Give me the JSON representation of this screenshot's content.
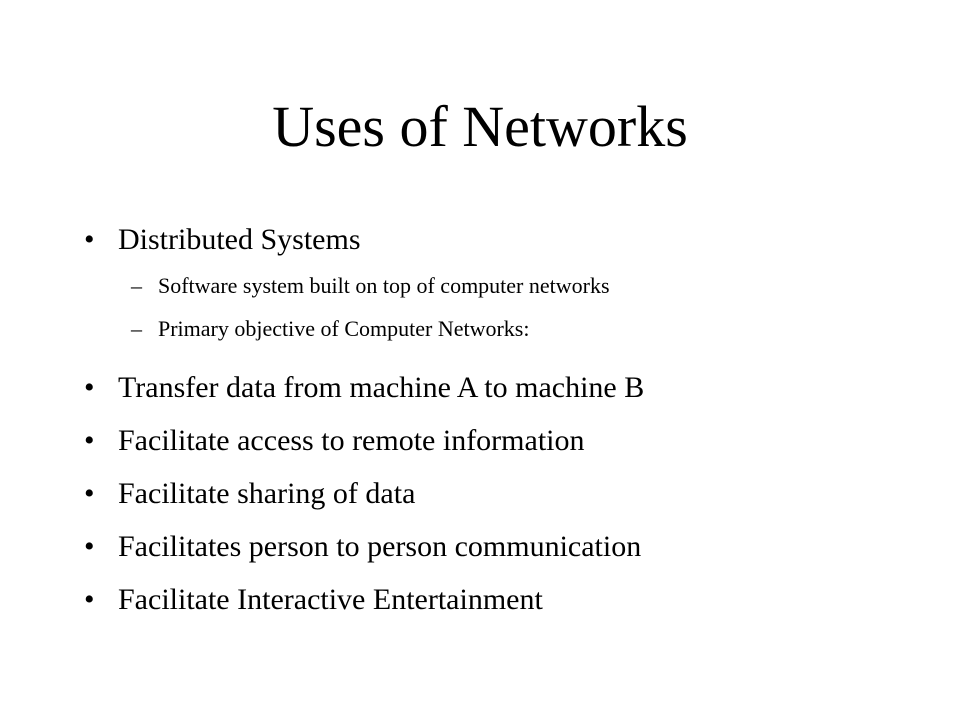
{
  "slide": {
    "title": "Uses of Networks",
    "bullet_marker": "•",
    "dash_marker": "–",
    "items": [
      {
        "text": "Distributed Systems",
        "level": 1
      },
      {
        "text": "Software system built on top of computer networks",
        "level": 2
      },
      {
        "text": "Primary objective of Computer Networks:",
        "level": 2
      },
      {
        "text": "Transfer data from machine A to machine B",
        "level": 1
      },
      {
        "text": "Facilitate access to remote information",
        "level": 1
      },
      {
        "text": "Facilitate sharing of data",
        "level": 1
      },
      {
        "text": "Facilitates person to person communication",
        "level": 1
      },
      {
        "text": "Facilitate Interactive Entertainment",
        "level": 1
      }
    ]
  }
}
